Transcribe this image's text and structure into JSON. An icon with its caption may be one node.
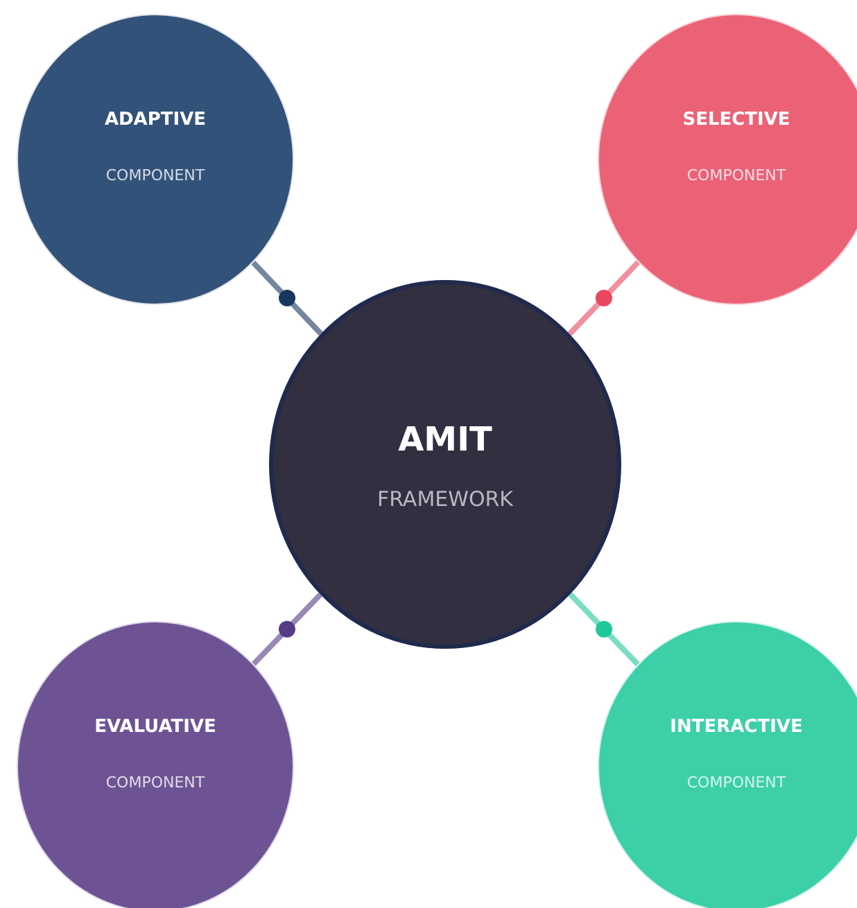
{
  "diagram": {
    "nodes": [
      {
        "text": [
          "ADAPTIVE",
          "COMPONENT"
        ]
      },
      {
        "text": [
          "SELECTIVE",
          "COMPONENT"
        ]
      },
      {
        "text": [
          "AMIT",
          "FRAMEWORK"
        ]
      },
      {
        "text": [
          "EVALUATIVE",
          "COMPONENT"
        ]
      },
      {
        "text": [
          "INTERACTIVE",
          "COMPONENT"
        ]
      }
    ],
    "edges": [
      {
        "from": 2,
        "to": 0,
        "arrow": "none",
        "color": "#17375e"
      },
      {
        "from": 2,
        "to": 1,
        "arrow": "none",
        "color": "#e8475f"
      },
      {
        "from": 2,
        "to": 3,
        "arrow": "none",
        "color": "#553a86"
      },
      {
        "from": 2,
        "to": 4,
        "arrow": "none",
        "color": "#1fc79a"
      }
    ]
  }
}
